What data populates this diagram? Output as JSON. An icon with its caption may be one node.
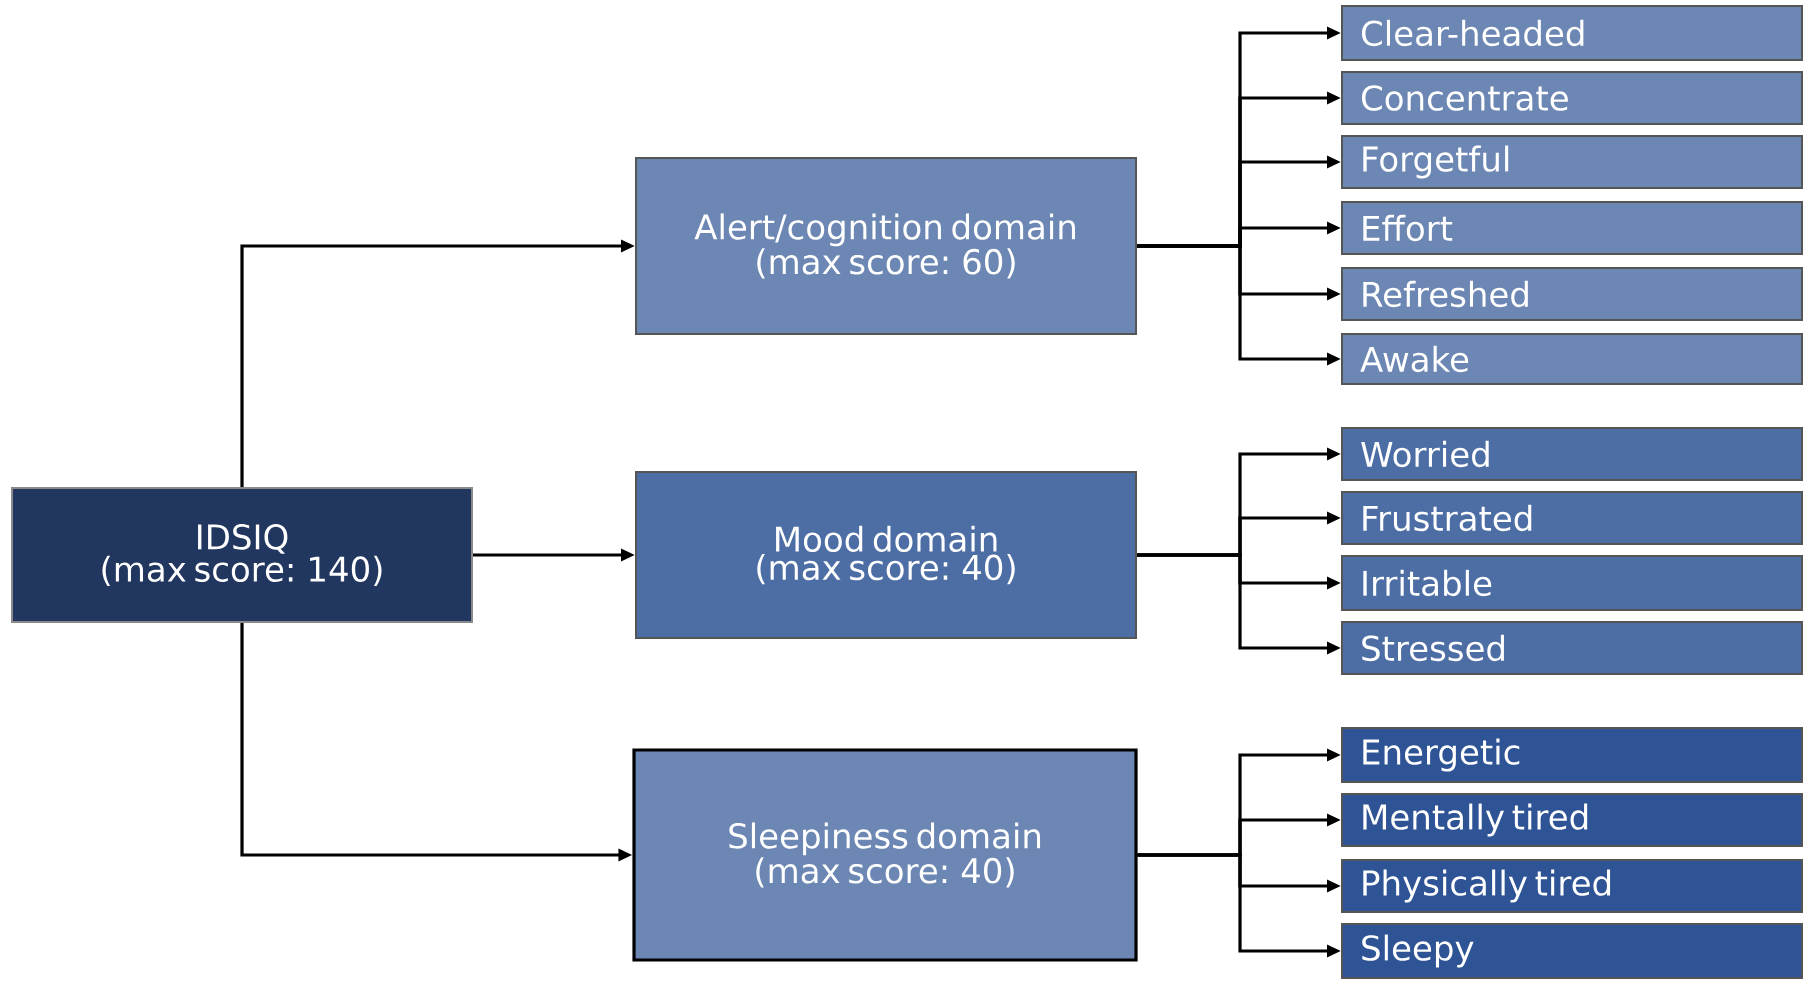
{
  "diagram": {
    "nodes": [
      {
        "text": [
          "IDSIQ",
          "(max score: 140)"
        ]
      },
      {
        "text": [
          "Alert/cognition domain",
          "(max score: 60)"
        ]
      },
      {
        "text": [
          "Mood domain",
          "(max score: 40)"
        ]
      },
      {
        "text": [
          "Sleepiness domain",
          "(max score: 40)"
        ]
      },
      {
        "text": [
          "Clear-headed"
        ]
      },
      {
        "text": [
          "Concentrate"
        ]
      },
      {
        "text": [
          "Forgetful"
        ]
      },
      {
        "text": [
          "Effort"
        ]
      },
      {
        "text": [
          "Refreshed"
        ]
      },
      {
        "text": [
          "Awake"
        ]
      },
      {
        "text": [
          "Worried"
        ]
      },
      {
        "text": [
          "Frustrated"
        ]
      },
      {
        "text": [
          "Irritable"
        ]
      },
      {
        "text": [
          "Stressed"
        ]
      },
      {
        "text": [
          "Energetic"
        ]
      },
      {
        "text": [
          "Mentally tired"
        ]
      },
      {
        "text": [
          "Physically tired"
        ]
      },
      {
        "text": [
          "Sleepy"
        ]
      }
    ],
    "edges": [
      {
        "from": 0,
        "to": 1,
        "arrow": "to"
      },
      {
        "from": 0,
        "to": 2,
        "arrow": "to"
      },
      {
        "from": 0,
        "to": 3,
        "arrow": "to"
      },
      {
        "from": 1,
        "to": 4,
        "arrow": "to"
      },
      {
        "from": 1,
        "to": 5,
        "arrow": "to"
      },
      {
        "from": 1,
        "to": 6,
        "arrow": "to"
      },
      {
        "from": 1,
        "to": 7,
        "arrow": "to"
      },
      {
        "from": 1,
        "to": 8,
        "arrow": "to"
      },
      {
        "from": 1,
        "to": 9,
        "arrow": "to"
      },
      {
        "from": 2,
        "to": 10,
        "arrow": "to"
      },
      {
        "from": 2,
        "to": 11,
        "arrow": "to"
      },
      {
        "from": 2,
        "to": 12,
        "arrow": "to"
      },
      {
        "from": 2,
        "to": 13,
        "arrow": "to"
      },
      {
        "from": 3,
        "to": 14,
        "arrow": "to"
      },
      {
        "from": 3,
        "to": 15,
        "arrow": "to"
      },
      {
        "from": 3,
        "to": 16,
        "arrow": "to"
      },
      {
        "from": 3,
        "to": 17,
        "arrow": "to"
      }
    ]
  }
}
